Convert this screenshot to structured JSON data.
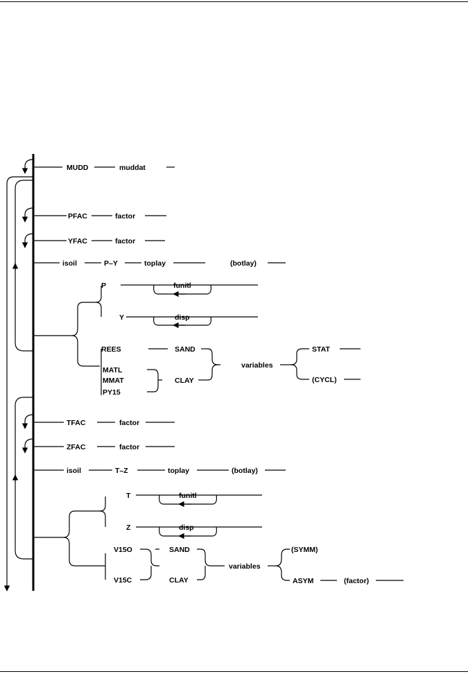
{
  "diagram": {
    "mudd": {
      "keyword": "MUDD",
      "param": "muddat"
    },
    "pfac": {
      "keyword": "PFAC",
      "param": "factor"
    },
    "yfac": {
      "keyword": "YFAC",
      "param": "factor"
    },
    "isoil_py": {
      "start": "isoil",
      "keyword": "P–Y",
      "top": "toplay",
      "bot": "(botlay)"
    },
    "py_group": {
      "p": {
        "keyword": "P",
        "param": "funitl"
      },
      "y": {
        "keyword": "Y",
        "param": "disp"
      },
      "rees": "REES",
      "matl": "MATL",
      "mmat": "MMAT",
      "py15": "PY15",
      "sand": "SAND",
      "clay": "CLAY",
      "variables": "variables",
      "stat": "STAT",
      "cycl": "(CYCL)"
    },
    "tfac": {
      "keyword": "TFAC",
      "param": "factor"
    },
    "zfac": {
      "keyword": "ZFAC",
      "param": "factor"
    },
    "isoil_tz": {
      "start": "isoil",
      "keyword": "T–Z",
      "top": "toplay",
      "bot": "(botlay)"
    },
    "tz_group": {
      "t": {
        "keyword": "T",
        "param": "funitl"
      },
      "z": {
        "keyword": "Z",
        "param": "disp"
      },
      "v15o": "V15O",
      "v15c": "V15C",
      "sand": "SAND",
      "clay": "CLAY",
      "variables": "variables",
      "symm": "(SYMM)",
      "asym": "ASYM",
      "factor": "(factor)"
    }
  }
}
